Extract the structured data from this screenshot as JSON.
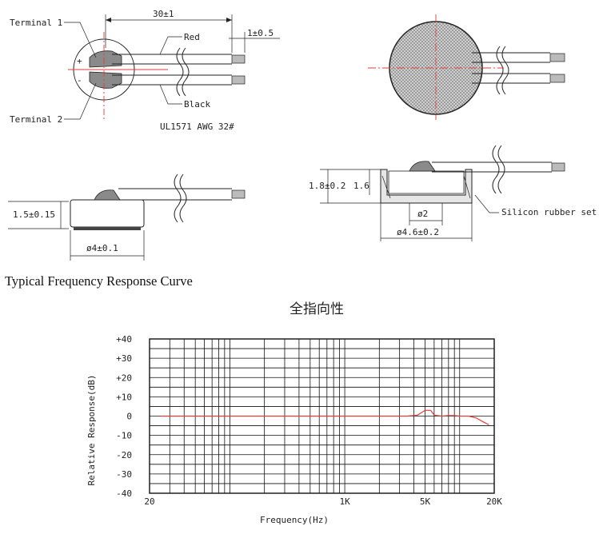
{
  "drawing": {
    "terminal_1": "Terminal 1",
    "terminal_2": "Terminal 2",
    "red_wire": "Red",
    "black_wire": "Black",
    "cable_spec": "UL1571 AWG 32#",
    "plus_sign": "+",
    "minus_sign": "-",
    "dim_length": "30±1",
    "dim_strip": "1±0.5",
    "dim_thickness": "1.5±0.15",
    "dim_diameter": "ø4±0.1",
    "dim_rubber_height": "1.8±0.2",
    "dim_inner_height": "1.6",
    "dim_port": "ø2",
    "dim_rubber_diameter": "ø4.6±0.2",
    "rubber_label": "Silicon rubber set"
  },
  "section_title": "Typical Frequency Response Curve",
  "chart_data": {
    "type": "line",
    "title": "全指向性",
    "xlabel": "Frequency(Hz)",
    "ylabel": "Relative Response(dB)",
    "x_scale": "log",
    "xlim": [
      20,
      20000
    ],
    "ylim": [
      -40,
      40
    ],
    "x_ticks": [
      {
        "value": 20,
        "label": "20"
      },
      {
        "value": 1000,
        "label": "1K"
      },
      {
        "value": 5000,
        "label": "5K"
      },
      {
        "value": 20000,
        "label": "20K"
      }
    ],
    "y_ticks": [
      {
        "value": 40,
        "label": "+40"
      },
      {
        "value": 30,
        "label": "+30"
      },
      {
        "value": 20,
        "label": "+20"
      },
      {
        "value": 10,
        "label": "+10"
      },
      {
        "value": 0,
        "label": "0"
      },
      {
        "value": -10,
        "label": "-10"
      },
      {
        "value": -20,
        "label": "-20"
      },
      {
        "value": -30,
        "label": "-30"
      },
      {
        "value": -40,
        "label": "-40"
      }
    ],
    "grid": true,
    "line_color": "#e23b3b",
    "series": [
      {
        "x": [
          25,
          50,
          100,
          200,
          500,
          1000,
          2000,
          3500,
          4300,
          5000,
          5600,
          6000,
          7000,
          8000,
          9000,
          10000,
          12000,
          14000,
          16000,
          18000
        ],
        "y": [
          0,
          0,
          0,
          0,
          0,
          0,
          0,
          0,
          0.5,
          3,
          3,
          0.5,
          0,
          0.3,
          0.3,
          0,
          0,
          -1,
          -3,
          -4.5
        ]
      }
    ]
  }
}
